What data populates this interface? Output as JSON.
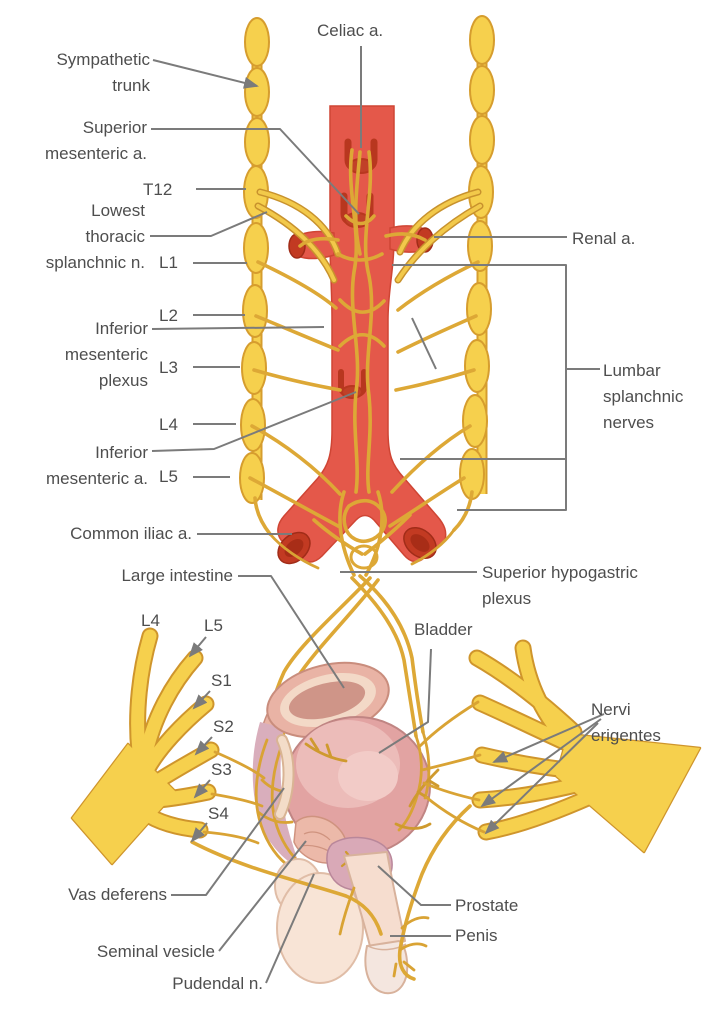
{
  "labels": {
    "sympathetic_trunk": "Sympathetic\ntrunk",
    "celiac_a": "Celiac a.",
    "superior_mesenteric_a": "Superior\nmesenteric a.",
    "t12": "T12",
    "lowest_thoracic_splanchnic_n": "Lowest\nthoracic\nsplanchnic n.",
    "l1": "L1",
    "renal_a": "Renal a.",
    "l2": "L2",
    "inferior_mesenteric_plexus": "Inferior\nmesenteric\nplexus",
    "l3": "L3",
    "l4": "L4",
    "inferior_mesenteric_a": "Inferior\nmesenteric a.",
    "l5": "L5",
    "lumbar_splanchnic_nerves": "Lumbar\nsplanchnic\nnerves",
    "common_iliac_a": "Common iliac a.",
    "large_intestine": "Large intestine",
    "superior_hypogastric_plexus": "Superior hypogastric\nplexus",
    "bladder": "Bladder",
    "l4_root": "L4",
    "l5_root": "L5",
    "s1": "S1",
    "s2": "S2",
    "s3": "S3",
    "s4": "S4",
    "nervi_erigentes": "Nervi\nerigentes",
    "vas_deferens": "Vas deferens",
    "seminal_vesicle": "Seminal vesicle",
    "pudendal_n": "Pudendal n.",
    "prostate": "Prostate",
    "penis": "Penis"
  },
  "colors": {
    "background": "#ffffff",
    "aorta_red": "#e4584a",
    "artery_cut_red": "#c23a22",
    "nerve_yellow": "#f6d04d",
    "nerve_outline": "#cf952c",
    "gold_nerve": "#dda836",
    "bladder_pink": "#e2a3a2",
    "intestine_pink": "#e9b3a5",
    "organ_pale": "#f6ddcf",
    "prostate_mauve": "#d9a9b7",
    "leader_gray": "#7b7b7b",
    "text_gray": "#4e4e4e"
  }
}
